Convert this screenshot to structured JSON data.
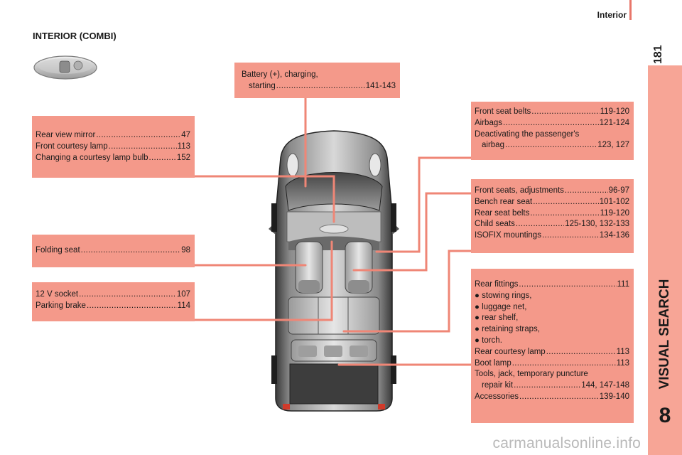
{
  "header": {
    "title": "Interior",
    "page_number": "181"
  },
  "sidebar": {
    "label": "VISUAL SEARCH",
    "chapter": "8"
  },
  "section_title": "INTERIOR (COMBI)",
  "battery": {
    "line1": "Battery (+), charging,",
    "label2": "starting",
    "pages2": "141-143"
  },
  "left_boxes": {
    "mirror": [
      {
        "label": "Rear view mirror",
        "pages": "47"
      },
      {
        "label": "Front courtesy lamp",
        "pages": "113"
      },
      {
        "label": "Changing a courtesy lamp bulb",
        "pages": "152"
      }
    ],
    "folding": [
      {
        "label": "Folding seat",
        "pages": "98"
      }
    ],
    "socket": [
      {
        "label": "12 V socket",
        "pages": "107"
      },
      {
        "label": "Parking brake",
        "pages": "114"
      }
    ]
  },
  "right_boxes": {
    "belts": {
      "row1": {
        "label": "Front seat belts",
        "pages": "119-120"
      },
      "row2": {
        "label": "Airbags",
        "pages": "121-124"
      },
      "line3": "Deactivating the passenger's",
      "row4": {
        "label": "airbag",
        "pages": "123, 127"
      }
    },
    "seats": [
      {
        "label": "Front seats, adjustments",
        "pages": "96-97"
      },
      {
        "label": "Bench rear seat",
        "pages": "101-102"
      },
      {
        "label": "Rear seat belts",
        "pages": "119-120"
      },
      {
        "label": "Child seats",
        "pages": "125-130, 132-133"
      },
      {
        "label": "ISOFIX mountings",
        "pages": "134-136"
      }
    ],
    "rear": {
      "fittings": {
        "label": "Rear fittings",
        "pages": "111"
      },
      "bullets": [
        "● stowing rings,",
        "● luggage net,",
        "● rear shelf,",
        "● retaining straps,",
        "● torch."
      ],
      "lamp": {
        "label": "Rear courtesy lamp",
        "pages": "113"
      },
      "boot": {
        "label": "Boot lamp",
        "pages": "113"
      },
      "tools_line1": "Tools, jack, temporary puncture",
      "tools": {
        "label": "repair kit",
        "pages": "144, 147-148"
      },
      "accessories": {
        "label": "Accessories",
        "pages": "139-140"
      }
    }
  },
  "watermark": "carmanualsonline.info",
  "colors": {
    "accent": "#f4998a",
    "band": "#f7a596",
    "leader": "#ef8676"
  },
  "icons": [
    "mirror-thumbnail-icon",
    "vehicle-top-view-illustration"
  ]
}
